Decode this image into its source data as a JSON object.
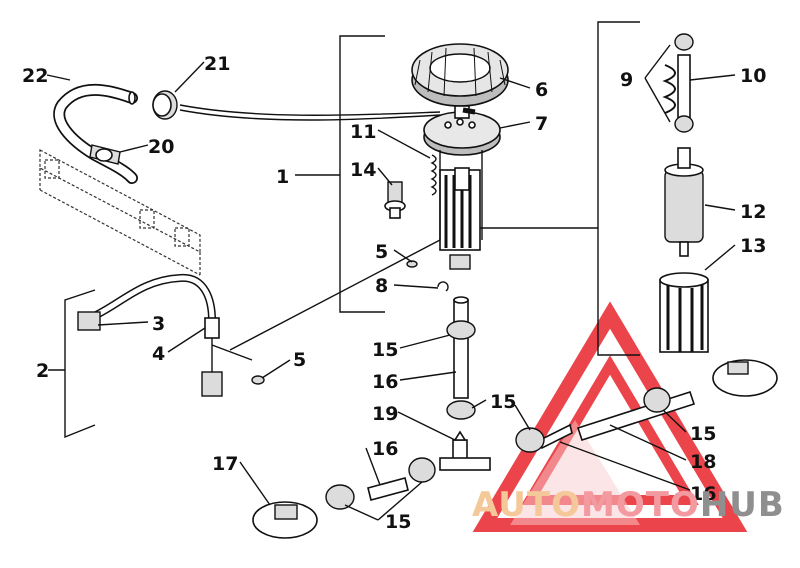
{
  "diagram": {
    "callouts": [
      "1",
      "2",
      "3",
      "4",
      "5",
      "5",
      "6",
      "7",
      "8",
      "9",
      "10",
      "11",
      "12",
      "13",
      "14",
      "15",
      "15",
      "15",
      "15",
      "16",
      "16",
      "16",
      "17",
      "18",
      "19",
      "20",
      "21",
      "22"
    ]
  },
  "watermark": {
    "part_a": "AUTO",
    "part_b": "MOTO",
    "part_c": "HUB",
    "color_a": "#f5c89a",
    "color_b": "#f39aa0",
    "color_c": "#8f8f8f",
    "logo_color": "#e8242c"
  }
}
